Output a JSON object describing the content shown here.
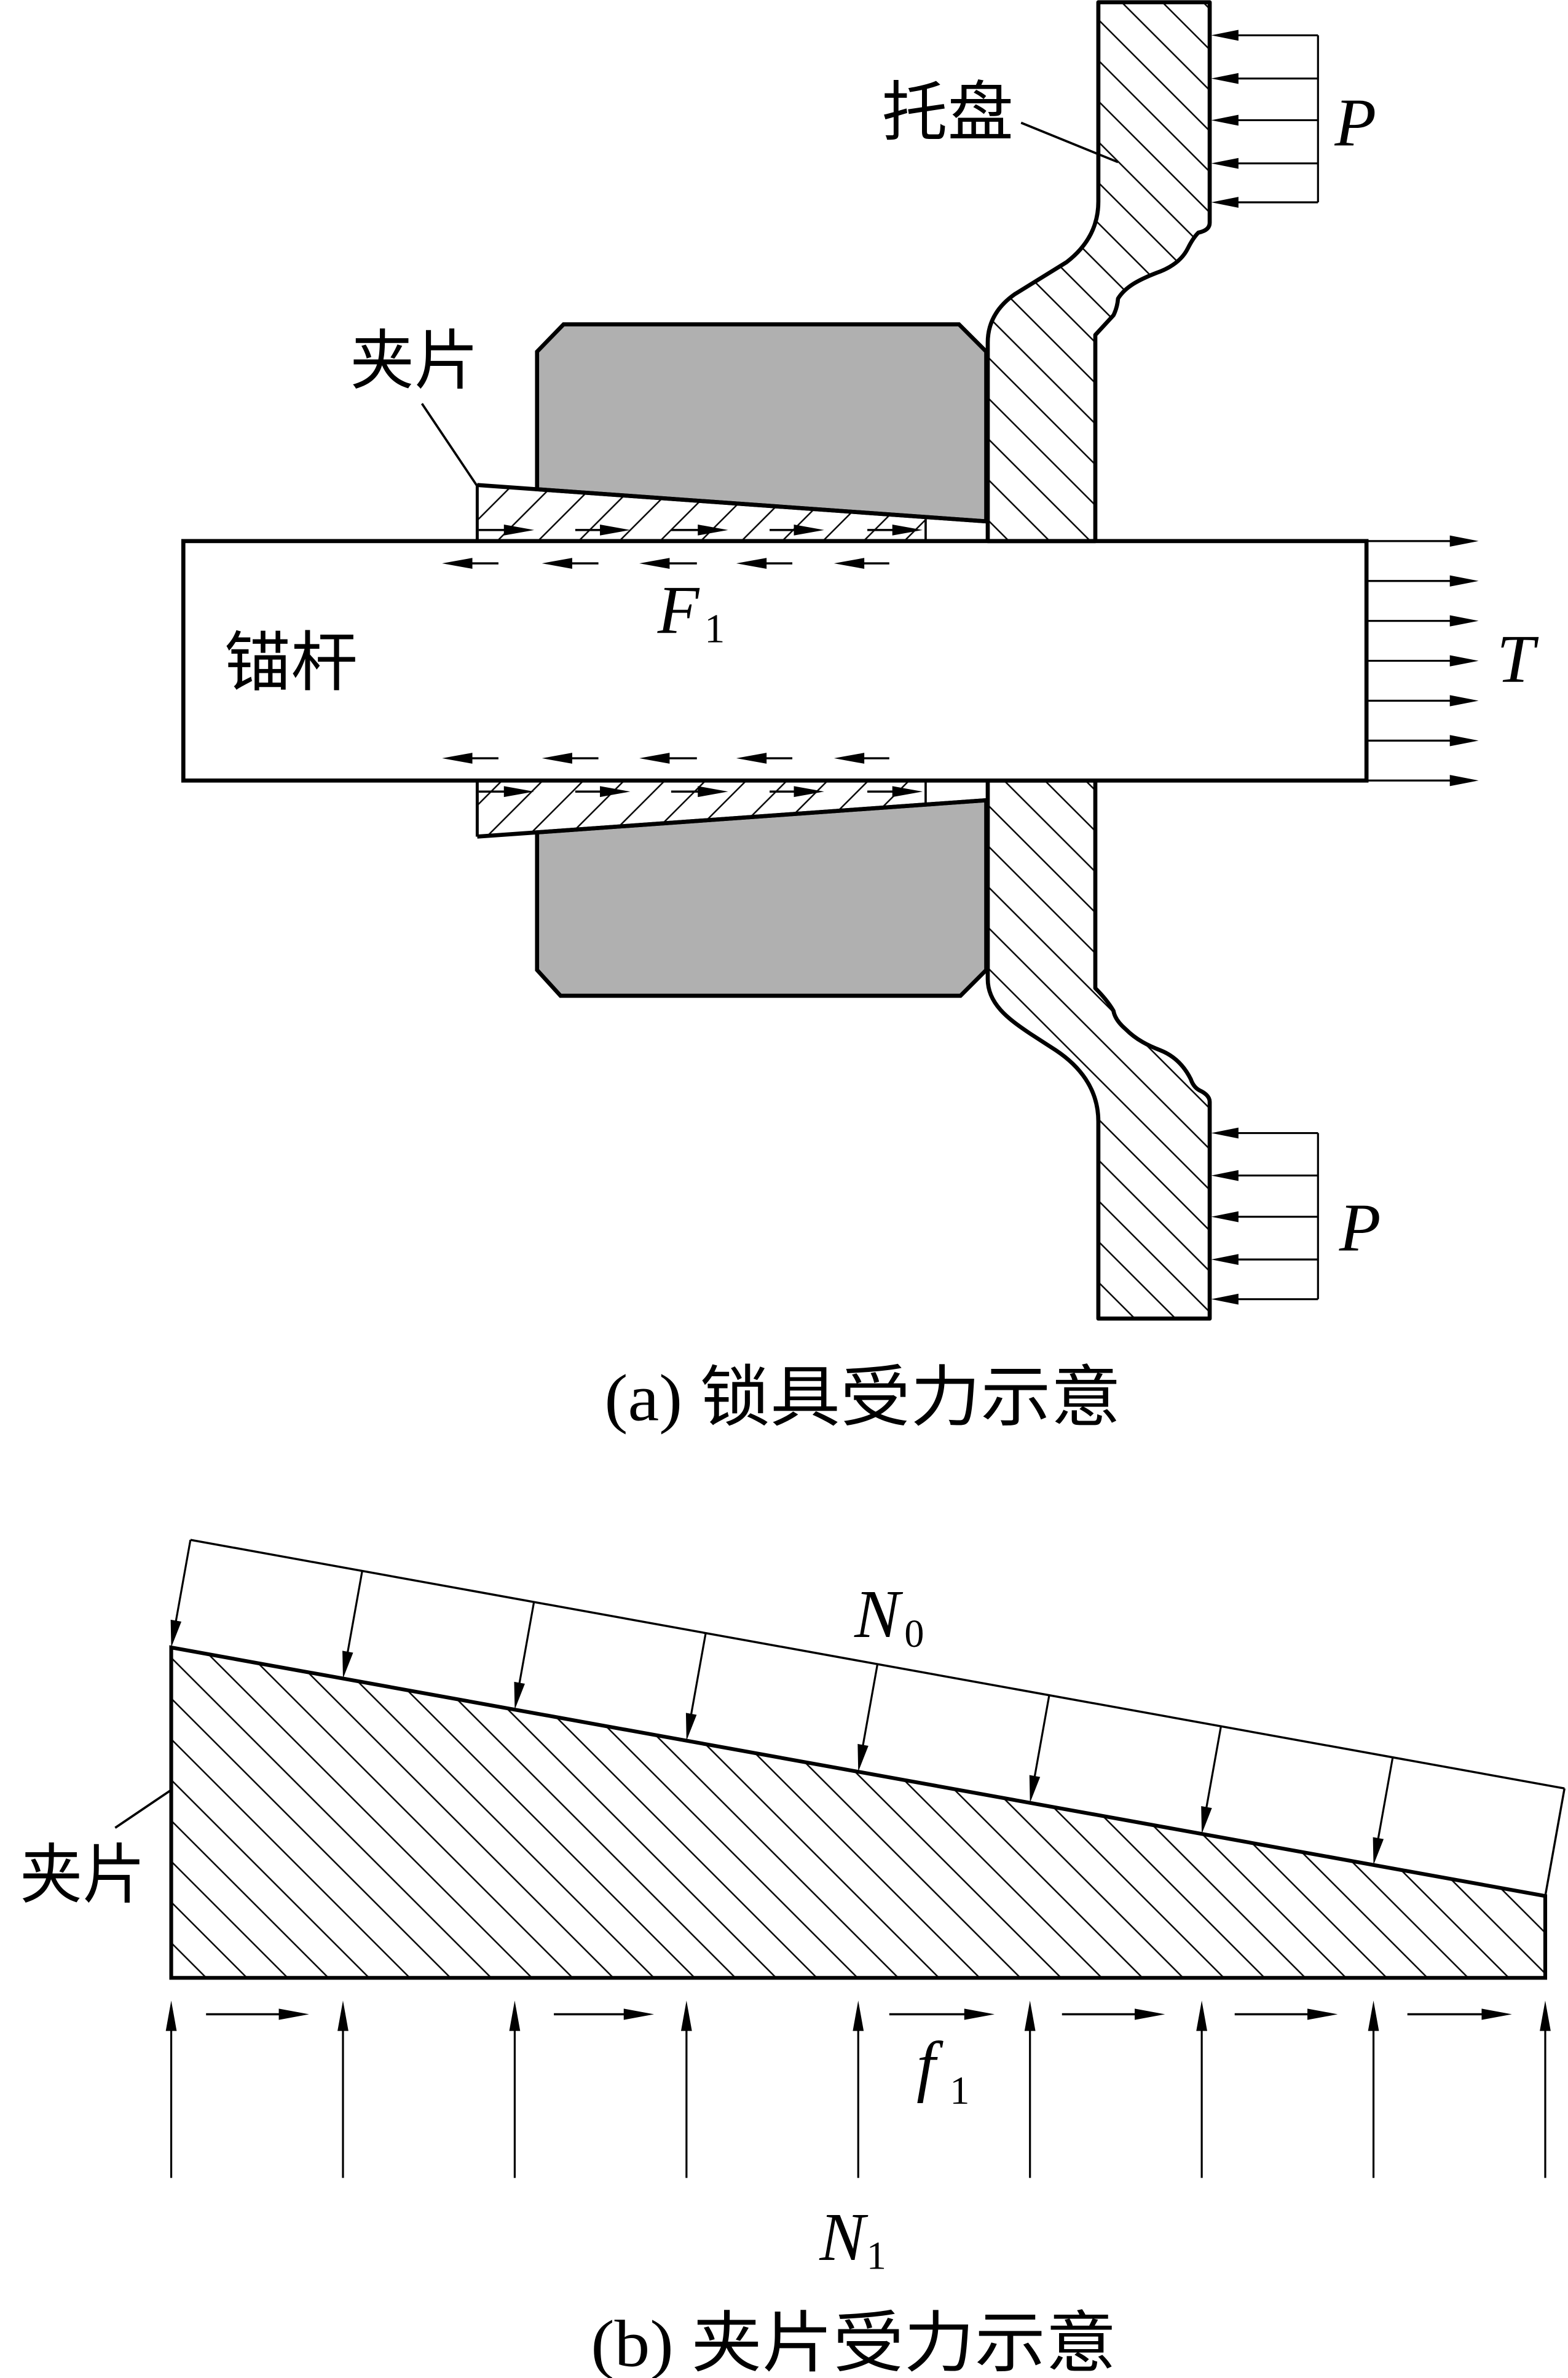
{
  "panel_a": {
    "caption": "(a) 锁具受力示意",
    "labels": {
      "tray": "托盘",
      "wedge": "夹片",
      "rod": "锚杆"
    },
    "forces": {
      "P_upper": {
        "symbol": "P",
        "subscript": "",
        "direction": "left",
        "arrow_count": 5
      },
      "P_lower": {
        "symbol": "P",
        "subscript": "",
        "direction": "left",
        "arrow_count": 5
      },
      "T": {
        "symbol": "T",
        "subscript": "",
        "direction": "right",
        "arrow_count": 7
      },
      "F1": {
        "symbol": "F",
        "subscript": "1",
        "direction": "left",
        "rows": 2,
        "arrow_count_per_row": 5
      },
      "wedge_reaction": {
        "symbol": "",
        "subscript": "",
        "direction": "right",
        "rows": 2,
        "arrow_count_per_row": 5
      }
    }
  },
  "panel_b": {
    "caption": "(b) 夹片受力示意",
    "labels": {
      "wedge": "夹片"
    },
    "forces": {
      "N0": {
        "symbol": "N",
        "subscript": "0",
        "direction": "normal to taper, inward",
        "arrow_count": 8
      },
      "f1": {
        "symbol": "f",
        "subscript": "1",
        "direction": "right",
        "arrow_count": 6
      },
      "N1": {
        "symbol": "N",
        "subscript": "1",
        "direction": "up",
        "arrow_count": 9
      }
    }
  },
  "colors": {
    "outline": "#000000",
    "nut_fill": "#b0b0b0",
    "background": "#ffffff"
  }
}
